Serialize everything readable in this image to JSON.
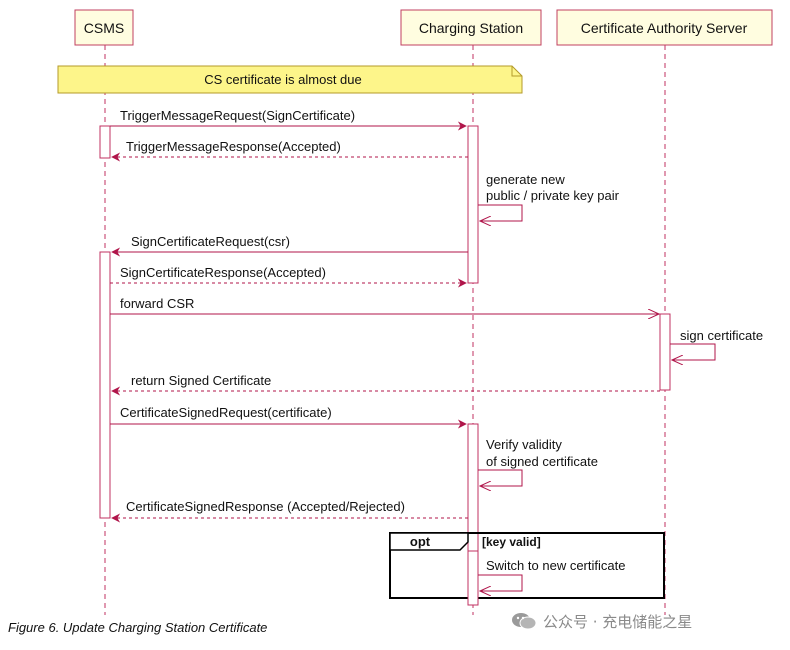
{
  "participants": {
    "csms": "CSMS",
    "station": "Charging Station",
    "ca": "Certificate Authority Server"
  },
  "note": "CS certificate is almost due",
  "messages": {
    "m1": "TriggerMessageRequest(SignCertificate)",
    "m2": "TriggerMessageResponse(Accepted)",
    "self1_line1": "generate new",
    "self1_line2": "public / private key pair",
    "m3": "SignCertificateRequest(csr)",
    "m4": "SignCertificateResponse(Accepted)",
    "m5": "forward CSR",
    "self2": "sign certificate",
    "m6": "return Signed Certificate",
    "m7": "CertificateSignedRequest(certificate)",
    "self3_line1": "Verify validity",
    "self3_line2": "of signed certificate",
    "m8": "CertificateSignedResponse (Accepted/Rejected)"
  },
  "opt": {
    "tag": "opt",
    "guard": "[key valid]",
    "self4": "Switch to new certificate"
  },
  "caption": "Figure 6. Update Charging Station Certificate",
  "watermark": "公众号 · 充电储能之星",
  "colors": {
    "message": "#b0154a",
    "lifeline": "#c03060",
    "head_fill": "#fffde0",
    "head_border": "#c04060",
    "note_fill": "#fdf58a",
    "note_border": "#b49a2a",
    "activation_fill": "#ffffff",
    "frame": "#000000"
  }
}
